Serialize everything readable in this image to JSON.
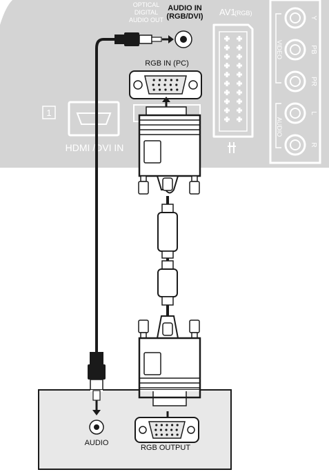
{
  "tv_panel": {
    "optical_label": [
      "OPTICAL",
      "DIGITAL",
      "AUDIO OUT"
    ],
    "audio_in_label": [
      "AUDIO IN",
      "(RGB/DVI)"
    ],
    "av1_label": "AV1",
    "av1_sub_label": "(RGB)",
    "rgb_in_label": "RGB IN (PC)",
    "hdmi_number": "1",
    "hdmi_label": "HDMI /DVI IN",
    "video_label": "VIDEO",
    "audio_label": "AUDIO",
    "rca_jack_labels": [
      "Y",
      "PB",
      "PR",
      "L",
      "R"
    ]
  },
  "pc_box": {
    "audio_label": "AUDIO",
    "rgb_output_label": "RGB OUTPUT"
  },
  "colors": {
    "tv_panel": "#d4d4d4",
    "pc_box": "#e8e8e8",
    "cable": "#1a1a1a",
    "connector_fill": "#ffffff"
  }
}
